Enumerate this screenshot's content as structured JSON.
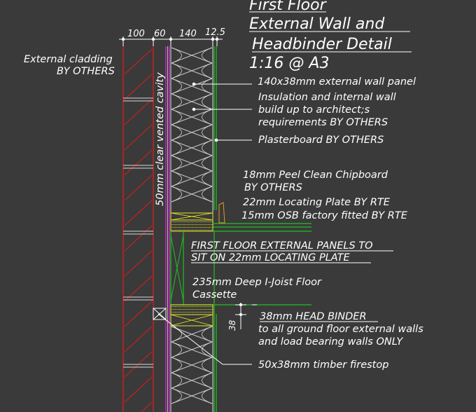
{
  "colors": {
    "background": "#3a3a3a",
    "text": "#ffffff",
    "cladding": "#e01b1b",
    "cavity_membrane": "#e020e0",
    "insulation": "#d8d8d8",
    "timber": "#e6e62a",
    "plasterboard": "#21c021",
    "leader": "#ffffff"
  },
  "title": {
    "line1": "First Floor",
    "line2": "External Wall and",
    "line3": "Headbinder Detail",
    "scale": "1:16 @ A3"
  },
  "dimensions": [
    "100",
    "60",
    "140",
    "12.5"
  ],
  "labels": {
    "cladding_line1": "External cladding",
    "cladding_line2": "BY OTHERS",
    "cavity": "50mm clear vented cavity",
    "wall_panel": "140x38mm external wall panel",
    "insulation_line1": "Insulation and internal wall",
    "insulation_line2": "build up to architect;s",
    "insulation_line3": "requirements BY OTHERS",
    "plasterboard": "Plasterboard BY OTHERS",
    "chipboard_line1": "18mm Peel Clean Chipboard",
    "chipboard_line2": "BY OTHERS",
    "locating_plate": "22mm Locating Plate BY RTE",
    "osb": "15mm OSB factory fitted BY RTE",
    "panels_note_line1": "FIRST FLOOR EXTERNAL PANELS TO",
    "panels_note_line2": "SIT ON 22mm LOCATING PLATE",
    "joist_line1": "235mm Deep I-Joist Floor",
    "joist_line2": "Cassette",
    "headbinder_title": "38mm HEAD BINDER",
    "headbinder_line1": "to all ground floor external walls",
    "headbinder_line2": "and load bearing walls ONLY",
    "headbinder_dim": "38",
    "firestop": "50x38mm timber firestop"
  }
}
